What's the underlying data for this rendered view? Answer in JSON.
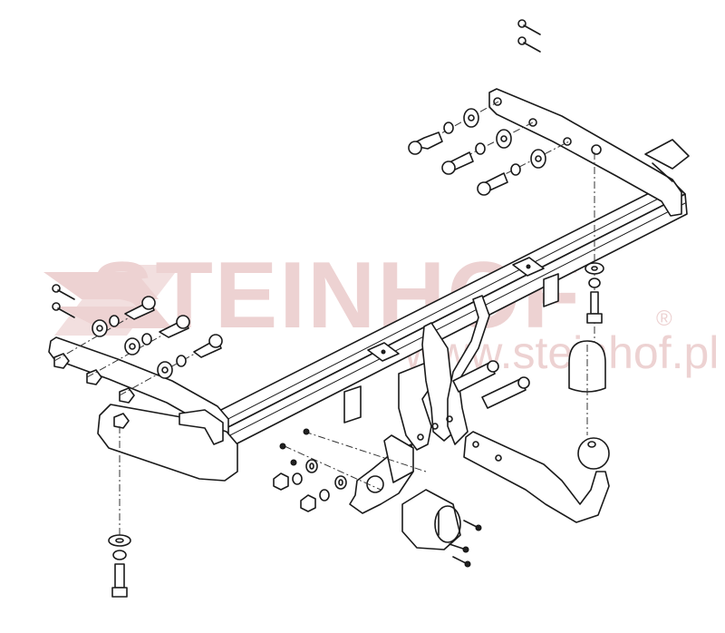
{
  "diagram": {
    "type": "exploded-view assembly drawing",
    "subject": "tow bar (towing hitch) with detachable ball, electrical socket and mounting hardware",
    "colors": {
      "line": "#1a1a1a",
      "background": "#ffffff",
      "watermark": "#edd2d2"
    },
    "watermark": {
      "brand": "STEINHOF",
      "registered_mark": "®",
      "url": "www.steinhof.pl"
    },
    "parts": [
      {
        "id": "main-crossbar",
        "label": "Main crossbar (tube)"
      },
      {
        "id": "right-side-bracket",
        "label": "Right side mounting bracket"
      },
      {
        "id": "left-side-bracket",
        "label": "Left side mounting bracket"
      },
      {
        "id": "center-bracket",
        "label": "Central hitch bracket plates"
      },
      {
        "id": "ball-neck",
        "label": "Tow ball neck with ball"
      },
      {
        "id": "ball-cap",
        "label": "Tow ball cover cap"
      },
      {
        "id": "socket-plate",
        "label": "Electrical socket mounting plate"
      },
      {
        "id": "electrical-socket",
        "label": "7-pin electrical socket"
      },
      {
        "id": "bolts-right",
        "label": "Right bracket bolts, washers and nuts (3x)"
      },
      {
        "id": "bolts-left",
        "label": "Left bracket bolts, washers and nuts (3x)"
      },
      {
        "id": "rivets-top",
        "label": "Rivets (2x) top"
      },
      {
        "id": "rivets-left",
        "label": "Rivets (2x) left"
      },
      {
        "id": "vertical-bolt-left",
        "label": "Vertical bolt with washers (left)"
      },
      {
        "id": "vertical-bolt-right",
        "label": "Vertical bolt with washers (right)"
      },
      {
        "id": "neck-bolts",
        "label": "Neck mounting bolts (2x)"
      },
      {
        "id": "socket-screws",
        "label": "Socket screws (3x)"
      },
      {
        "id": "center-nuts",
        "label": "Central nuts and washers"
      }
    ]
  }
}
